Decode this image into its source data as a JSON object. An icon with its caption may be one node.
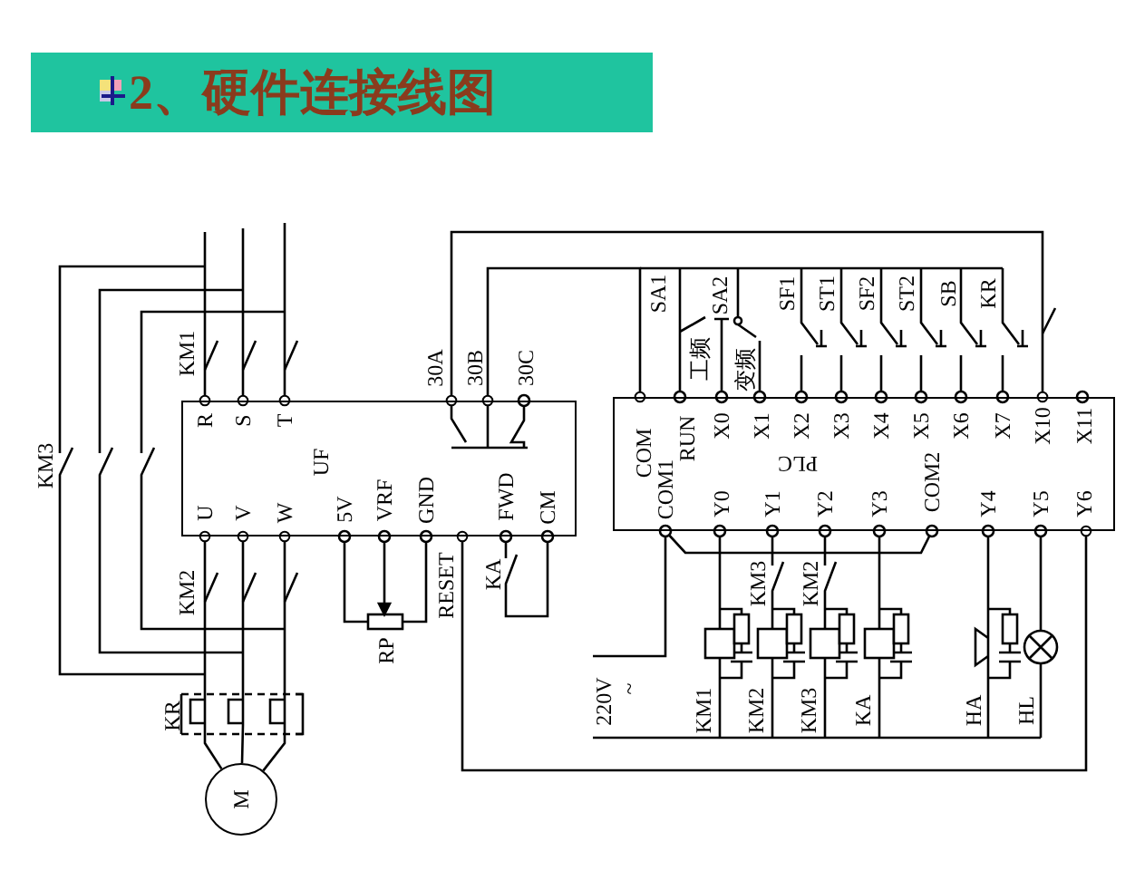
{
  "diagram": {
    "title": "2、硬件连接线图",
    "nodes": [
      {
        "text": [
          "R",
          "S",
          "T",
          "UF",
          "U",
          "V",
          "W",
          "5V",
          "VRF",
          "GND",
          "FWD",
          "CM"
        ]
      },
      {
        "text": [
          "COM",
          "RUN",
          "X0",
          "X1",
          "X2",
          "X3",
          "X4",
          "X5",
          "X6",
          "X7",
          "X10",
          "X11",
          "PLC",
          "COM1",
          "Y0",
          "Y1",
          "Y2",
          "Y3",
          "COM2",
          "Y4",
          "Y5",
          "Y6"
        ]
      },
      {
        "text": [
          "M"
        ]
      }
    ],
    "edges": [
      {
        "from": null,
        "to": 0,
        "arrow": "other"
      },
      {
        "from": null,
        "to": 0,
        "arrow": "other"
      },
      {
        "from": null,
        "to": 0,
        "arrow": "other"
      },
      {
        "from": 0,
        "to": 1,
        "arrow": "other"
      },
      {
        "from": 0,
        "to": 1,
        "arrow": "other"
      },
      {
        "from": 0,
        "to": 1,
        "arrow": "other"
      },
      {
        "from": 0,
        "to": 2,
        "arrow": "other"
      },
      {
        "from": 0,
        "to": 2,
        "arrow": "other"
      },
      {
        "from": 0,
        "to": 2,
        "arrow": "other"
      }
    ],
    "labels": [
      "KM1",
      "30A",
      "30B",
      "30C",
      "SA1",
      "SA2",
      "SF1",
      "ST1",
      "SF2",
      "ST2",
      "SB",
      "KR",
      "工频",
      "变频",
      "KM3",
      "KM2",
      "RESET",
      "KA",
      "RP",
      "KR",
      "KM3",
      "KM2",
      "220V",
      "~",
      "KM1",
      "KM2",
      "KM3",
      "KA",
      "HA",
      "HL"
    ]
  }
}
